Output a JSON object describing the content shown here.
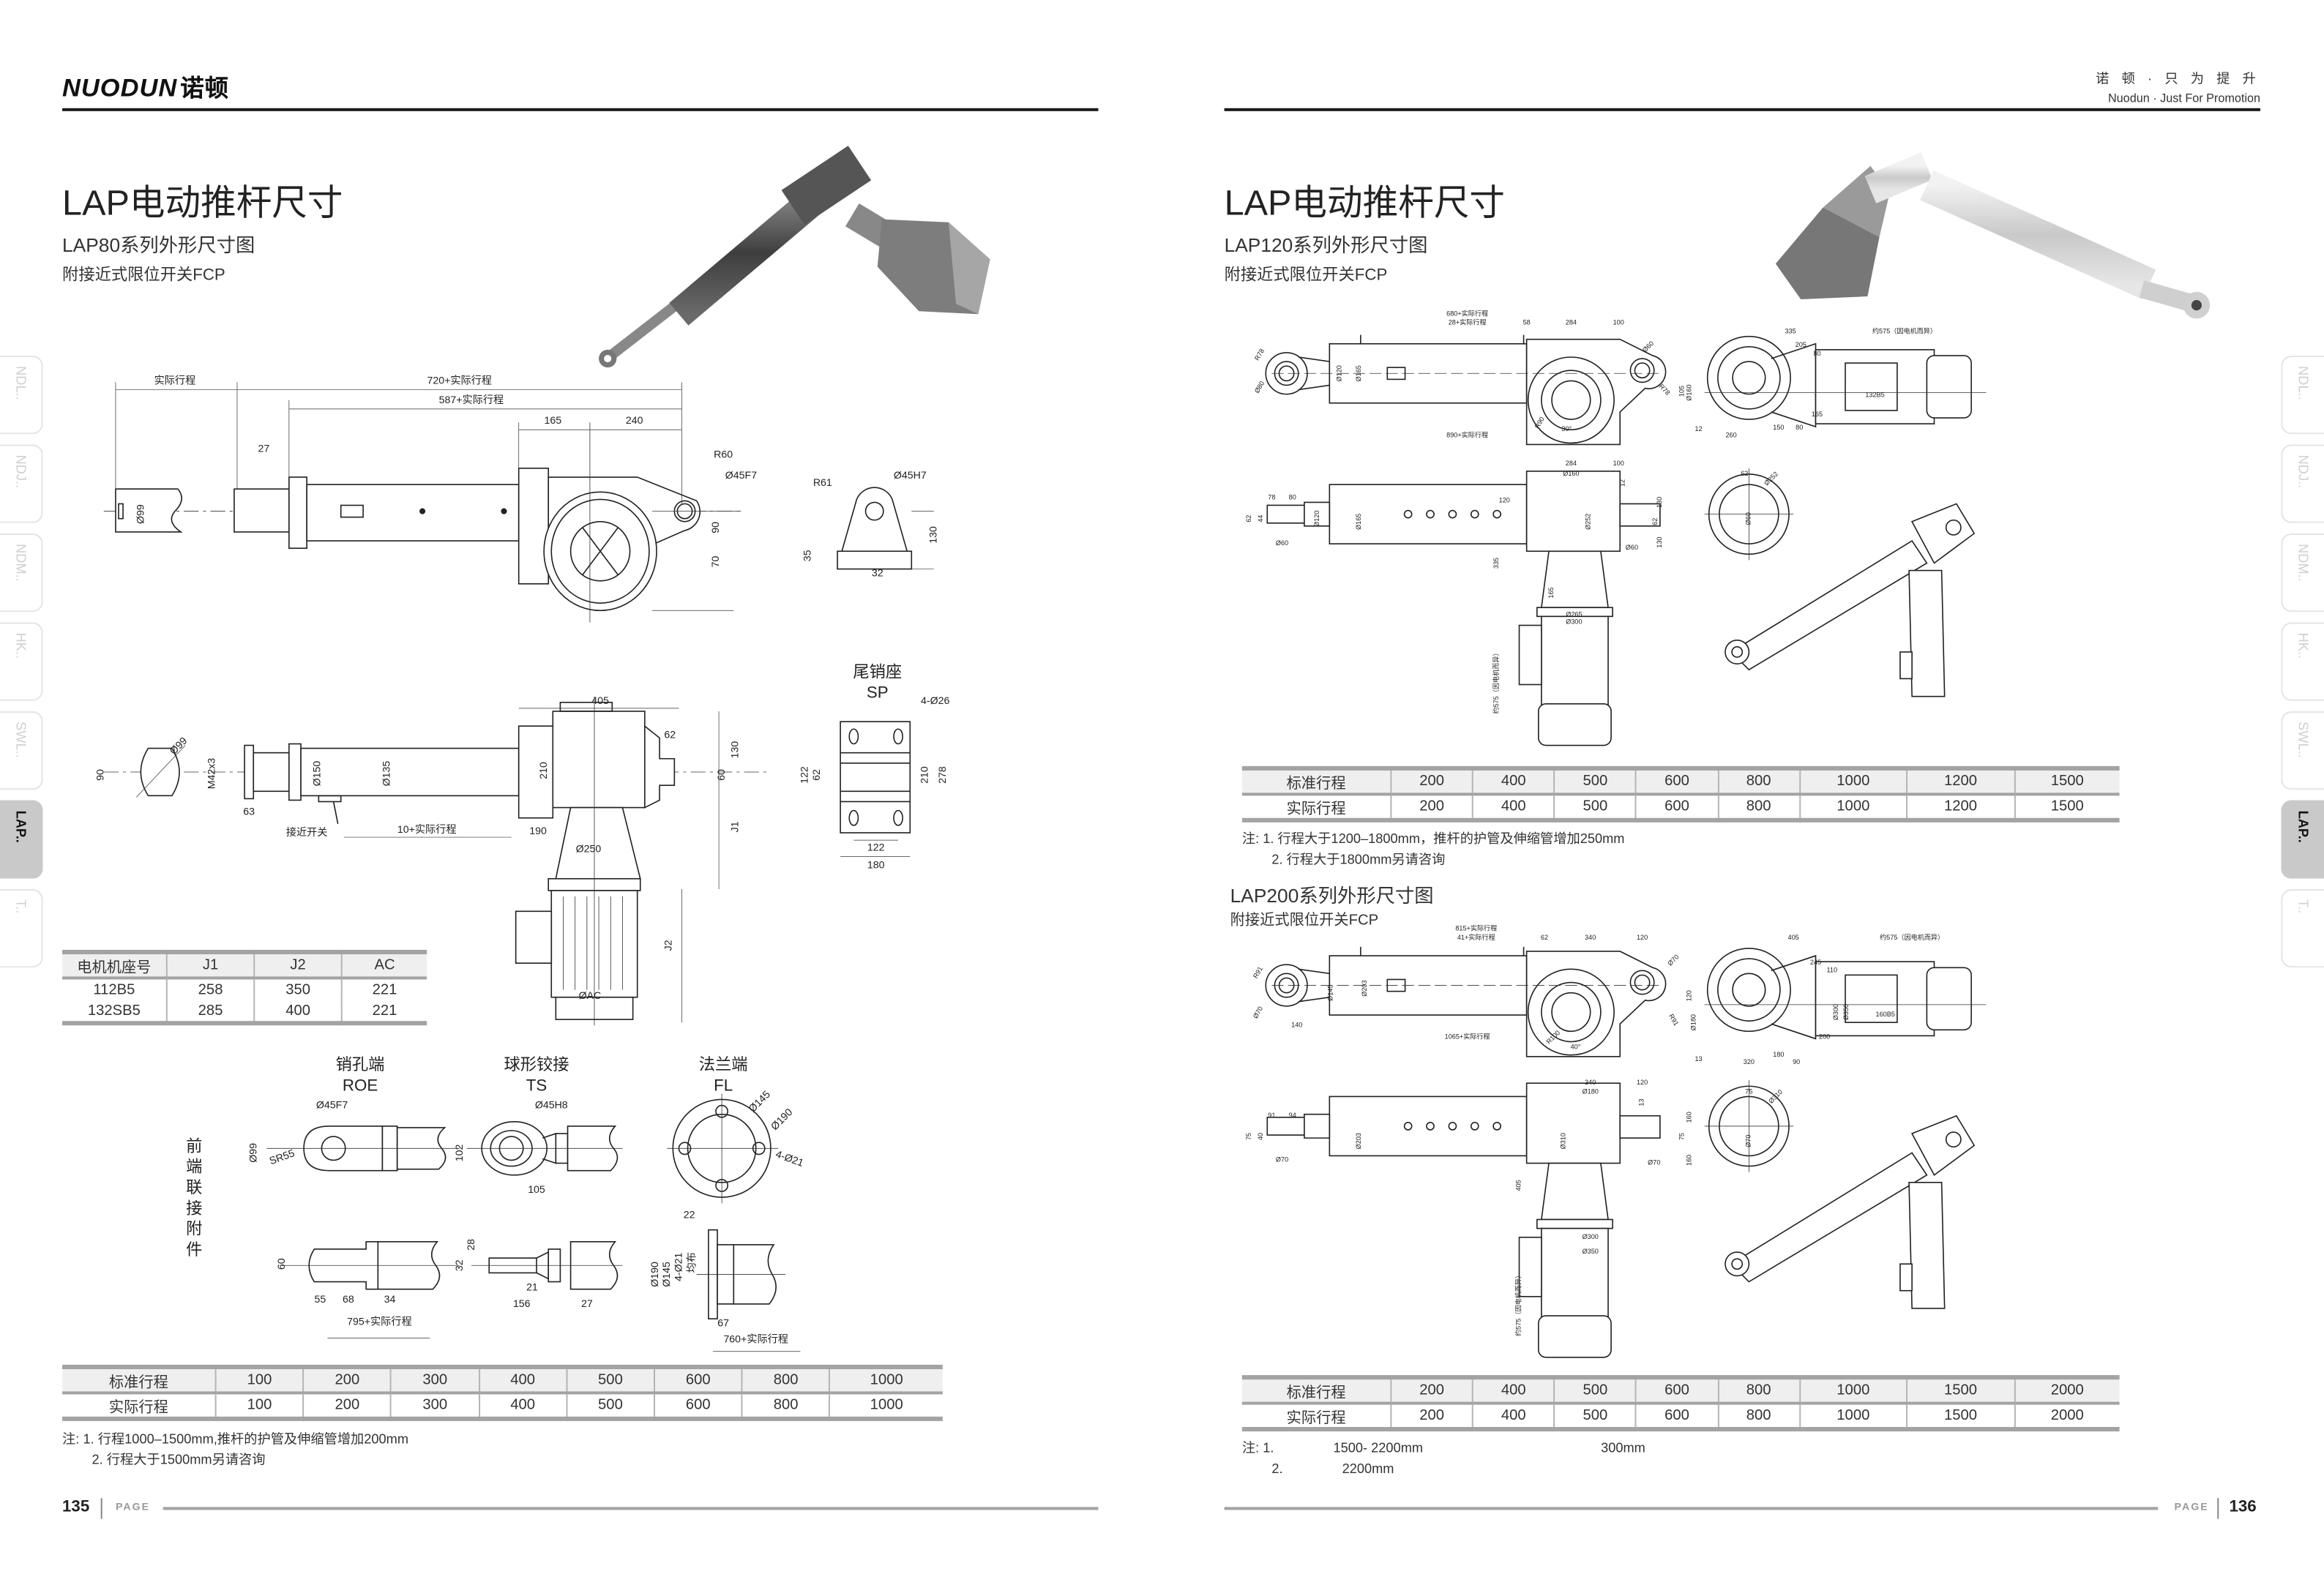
{
  "header": {
    "logo_text": "NUODUN",
    "logo_cn": "诺顿",
    "slogan_cn": "诺 顿 · 只 为 提 升",
    "slogan_en": "Nuodun · Just For Promotion"
  },
  "side_tabs": [
    "NDL..",
    "NDJ..",
    "NDM..",
    "HK..",
    "SWL..",
    "LAP..",
    "T.."
  ],
  "active_tab": "LAP..",
  "left": {
    "title": "LAP电动推杆尺寸",
    "subtitle": "LAP80系列外形尺寸图",
    "subtitle2": "附接近式限位开关FCP",
    "drawing1_dims": [
      "实际行程",
      "720+实际行程",
      "587+实际行程",
      "165",
      "240",
      "27",
      "R60",
      "Ø45F7",
      "Ø99",
      "90",
      "70",
      "R61",
      "Ø45H7",
      "130",
      "35",
      "32"
    ],
    "drawing2_dims": [
      "Ø99",
      "90",
      "M42x3",
      "63",
      "Ø150",
      "Ø135",
      "接近开关",
      "10+实际行程",
      "190",
      "405",
      "62",
      "210",
      "130",
      "60",
      "Ø250",
      "J1",
      "J2",
      "ØAC"
    ],
    "sp": {
      "title": "尾销座",
      "code": "SP",
      "dims": [
        "4-Ø26",
        "122",
        "62",
        "210",
        "278",
        "122",
        "180"
      ]
    },
    "accessories": {
      "label": [
        "前",
        "端",
        "联",
        "接",
        "附",
        "件"
      ],
      "roe": {
        "title": "销孔端",
        "code": "ROE",
        "dims": [
          "Ø45F7",
          "Ø99",
          "SR55",
          "60",
          "55",
          "68",
          "34",
          "795+实际行程"
        ]
      },
      "ts": {
        "title": "球形铰接",
        "code": "TS",
        "dims": [
          "Ø45H8",
          "102",
          "105",
          "28",
          "32",
          "21",
          "156",
          "27"
        ]
      },
      "fl": {
        "title": "法兰端",
        "code": "FL",
        "dims": [
          "Ø145",
          "Ø190",
          "4-Ø21",
          "22",
          "Ø190",
          "Ø145",
          "4-Ø21",
          "均布",
          "67",
          "760+实际行程"
        ]
      }
    },
    "motor_table": {
      "rows": [
        [
          "电机机座号",
          "J1",
          "J2",
          "AC"
        ],
        [
          "112B5",
          "258",
          "350",
          "221"
        ],
        [
          "132SB5",
          "285",
          "400",
          "221"
        ]
      ]
    },
    "stroke_table": {
      "rows": [
        [
          "标准行程",
          "100",
          "200",
          "300",
          "400",
          "500",
          "600",
          "800",
          "1000"
        ],
        [
          "实际行程",
          "100",
          "200",
          "300",
          "400",
          "500",
          "600",
          "800",
          "1000"
        ]
      ]
    },
    "notes_label": "注:",
    "notes": [
      "1. 行程1000–1500mm,推杆的护管及伸缩管增加200mm",
      "2. 行程大于1500mm另请咨询"
    ],
    "page_number": "135",
    "page_label": "PAGE"
  },
  "right": {
    "title": "LAP电动推杆尺寸",
    "subtitle": "LAP120系列外形尺寸图",
    "subtitle2": "附接近式限位开关FCP",
    "lap120_dims": [
      "680+实际行程",
      "28+实际行程",
      "58",
      "284",
      "100",
      "R78",
      "Ø80",
      "Ø120",
      "Ø165",
      "Ø60",
      "R78",
      "105",
      "R90",
      "30°",
      "890+实际行程",
      "335",
      "约575（因电机而异）",
      "205",
      "80",
      "Ø160",
      "132B5",
      "165",
      "12",
      "150",
      "80",
      "260",
      "284",
      "100",
      "Ø160",
      "12",
      "78",
      "80",
      "62",
      "44",
      "Ø60",
      "Ø120",
      "Ø165",
      "120",
      "Ø252",
      "130",
      "62",
      "130",
      "Ø60",
      "335",
      "165",
      "Ø265",
      "Ø300",
      "约575（因电机而异）",
      "62",
      "Ø252",
      "Ø60"
    ],
    "stroke_table_120": {
      "rows": [
        [
          "标准行程",
          "200",
          "400",
          "500",
          "600",
          "800",
          "1000",
          "1200",
          "1500"
        ],
        [
          "实际行程",
          "200",
          "400",
          "500",
          "600",
          "800",
          "1000",
          "1200",
          "1500"
        ]
      ]
    },
    "notes_120_label": "注:",
    "notes_120": [
      "1. 行程大于1200–1800mm，推杆的护管及伸缩管增加250mm",
      "2. 行程大于1800mm另请咨询"
    ],
    "subtitle_200": "LAP200系列外形尺寸图",
    "subtitle2_200": "附接近式限位开关FCP",
    "lap200_dims": [
      "815+实际行程",
      "41+实际行程",
      "62",
      "340",
      "120",
      "R91",
      "Ø70",
      "Ø145",
      "Ø203",
      "Ø70",
      "R91",
      "120",
      "Ø180",
      "140",
      "R100",
      "40°",
      "1065+实际行程",
      "405",
      "约575（因电机而异）",
      "245",
      "110",
      "160B5",
      "Ø300",
      "Ø350",
      "200",
      "13",
      "180",
      "320",
      "90",
      "340",
      "120",
      "Ø180",
      "13",
      "91",
      "94",
      "75",
      "40",
      "Ø70",
      "Ø203",
      "Ø310",
      "160",
      "75",
      "160",
      "Ø70",
      "405",
      "Ø300",
      "Ø350",
      "约575（因电机而异）",
      "75",
      "Ø310",
      "Ø70"
    ],
    "stroke_table_200": {
      "rows": [
        [
          "标准行程",
          "200",
          "400",
          "500",
          "600",
          "800",
          "1000",
          "1500",
          "2000"
        ],
        [
          "实际行程",
          "200",
          "400",
          "500",
          "600",
          "800",
          "1000",
          "1500",
          "2000"
        ]
      ]
    },
    "notes_200_label": "注:",
    "notes_200": [
      [
        "1.",
        "1500- 2200mm",
        "300mm"
      ],
      [
        "2.",
        "2200mm"
      ]
    ],
    "page_number": "136",
    "page_label": "PAGE"
  }
}
